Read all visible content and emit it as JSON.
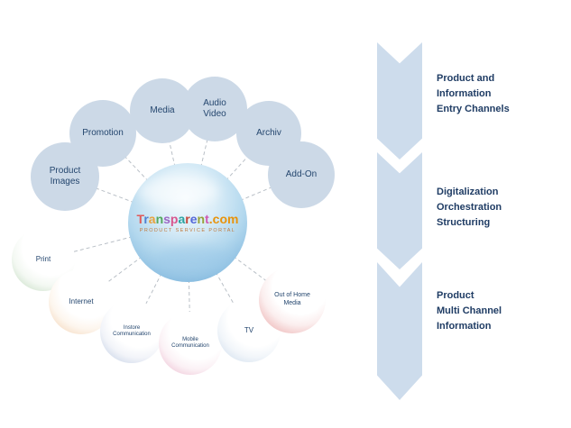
{
  "colors": {
    "entry_node_blue": "#ccd9e7",
    "text_navy": "#1f3c64",
    "chevron_blue": "#cddcec",
    "print_green": "#b7d4b4",
    "internet_peach": "#f0c9a4",
    "instore_blue": "#b3c3de",
    "mobile_pink": "#e9aec6",
    "tv_blue": "#c5d6e9",
    "out_of_home_red": "#e9a3a3",
    "logo_palette": [
      "#e05a5a",
      "#4f7fd0",
      "#e8a23c",
      "#55a85f",
      "#9b66c4",
      "#d8558e",
      "#2ba3a0",
      "#c4473b",
      "#5568d8",
      "#97a23a",
      "#cf58b0",
      "#e8930c",
      "#e8930c",
      "#e8930c",
      "#e8930c"
    ]
  },
  "diagram": {
    "hub": {
      "logo_text": "Transparent.com",
      "tagline": "Product Service Portal"
    },
    "entry_nodes": [
      {
        "lines": [
          "Product",
          "Images"
        ]
      },
      {
        "lines": [
          "Promotion"
        ]
      },
      {
        "lines": [
          "Media"
        ]
      },
      {
        "lines": [
          "Audio",
          "Video"
        ]
      },
      {
        "lines": [
          "Archiv"
        ]
      },
      {
        "lines": [
          "Add-On"
        ]
      }
    ],
    "channel_nodes": [
      {
        "lines": [
          "Print"
        ]
      },
      {
        "lines": [
          "Internet"
        ]
      },
      {
        "lines": [
          "Instore",
          "Communication"
        ]
      },
      {
        "lines": [
          "Mobile",
          "Communication"
        ]
      },
      {
        "lines": [
          "TV"
        ]
      },
      {
        "lines": [
          "Out of Home",
          "Media"
        ]
      }
    ]
  },
  "process": {
    "steps": [
      {
        "lines": [
          "Product and",
          "Information",
          "Entry Channels"
        ]
      },
      {
        "lines": [
          "Digitalization",
          "Orchestration",
          "Structuring"
        ]
      },
      {
        "lines": [
          "Product",
          "Multi Channel",
          "Information"
        ]
      }
    ]
  }
}
